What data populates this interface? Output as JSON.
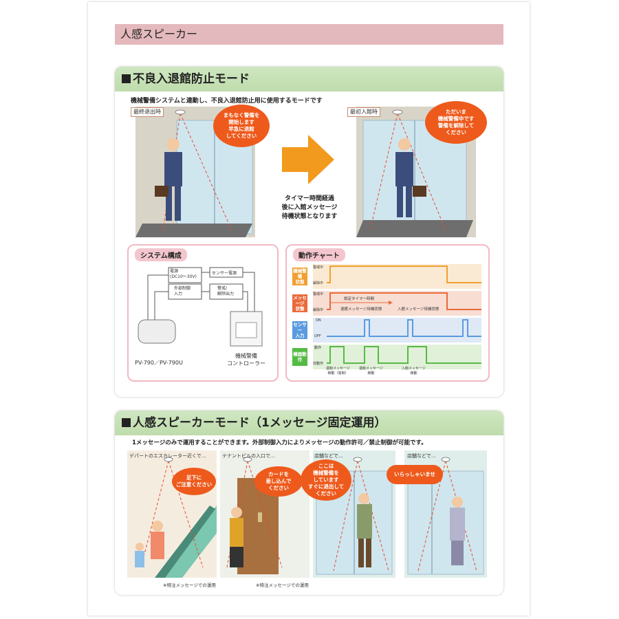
{
  "page_title": "人感スピーカー",
  "section1": {
    "heading": "不良入退館防止モード",
    "description": "機械警備システムと連動し、不良入退館防止用に使用するモードです",
    "left_scene": {
      "tag": "最終退出時",
      "bubble": "まもなく警備を\n開始します\n早急に退館\nしてください"
    },
    "right_scene": {
      "tag": "最初入館時",
      "bubble": "ただいま\n機械警備中です\n警備を解除して\nください"
    },
    "arrow_note": "タイマー時間経過\n後に入館メッセージ\n待機状態となります",
    "system": {
      "label": "システム構成",
      "power": "電源\n(DC10〜30V)",
      "sensor_power": "センサー電源",
      "ext_input": "外部制御\n入力",
      "alarm_output": "警戒/\n解除出力",
      "device": "PV-790／PV-790U",
      "controller": "機械警備\nコントローラー"
    },
    "chart": {
      "label": "動作チャート",
      "rows": [
        {
          "name": "機械警備\n状態",
          "high": "警戒中",
          "low": "解除中",
          "color": "#f0a030"
        },
        {
          "name": "メッセージ\n状態",
          "high": "警戒中",
          "low": "解除中",
          "color": "#ea6a3a"
        },
        {
          "name": "センサー\n入力",
          "high": "ON",
          "low": "OFF",
          "color": "#5a9be0"
        },
        {
          "name": "機器動作",
          "high": "動作",
          "low": "非動作",
          "color": "#55bb44"
        }
      ],
      "timer_label": "設定タイマー時間",
      "standby_exit": "退館メッセージ待機状態",
      "standby_entry": "入館メッセージ待機状態",
      "events": [
        "退館メッセージ\n稼動（強制）",
        "退館メッセージ\n稼動",
        "入館メッセージ\n稼動"
      ]
    }
  },
  "section2": {
    "heading": "人感スピーカーモード（1メッセージ固定運用）",
    "description": "1メッセージのみで運用することができます。外部制御入力によりメッセージの動作許可／禁止制御が可能です。",
    "scenes": [
      {
        "caption": "デパートのエスカレーター近くで…",
        "bubble": "足下に\nご注意ください"
      },
      {
        "caption": "テナントビルの入口で…",
        "bubble": "カードを\n差し込んで\nください"
      },
      {
        "caption": "店舗などで…",
        "bubble": "ここは\n機械警備を\nしています\nすぐに退出して\nください"
      },
      {
        "caption": "店舗などで…",
        "bubble": "いらっしゃいませ"
      }
    ],
    "footnote": "※特注メッセージでの運用"
  }
}
